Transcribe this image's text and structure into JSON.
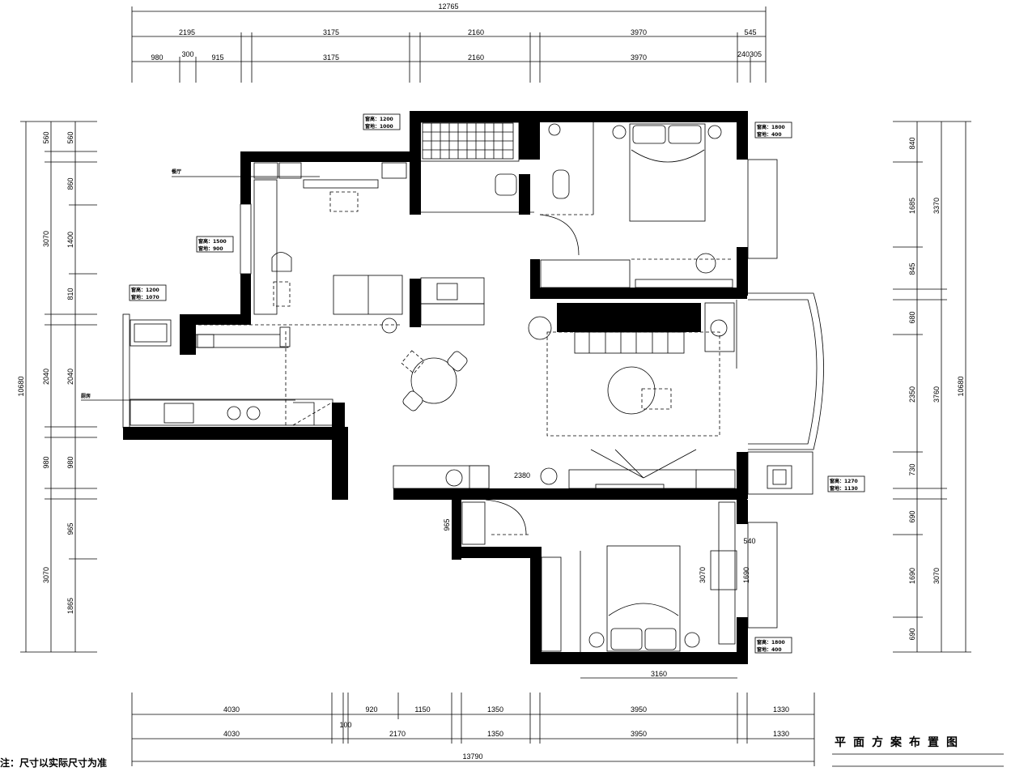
{
  "dimensions": {
    "top_total": "12765",
    "top_row1": [
      "2195",
      "3175",
      "2160",
      "3970",
      "545"
    ],
    "top_row2": [
      "980",
      "300",
      "915",
      "3175",
      "2160",
      "3970",
      "240305"
    ],
    "bottom_row1": [
      "4030",
      "920",
      "1150",
      "1350",
      "3950",
      "1330"
    ],
    "bottom_row2": [
      "4030",
      "100",
      "2170",
      "1350",
      "3950",
      "1330"
    ],
    "bottom_total": "13790",
    "left_outer_total": "10680",
    "left_segments": [
      "560",
      "3070",
      "2040",
      "980",
      "3070"
    ],
    "left_inner": [
      "560",
      "860",
      "1400",
      "810",
      "2040",
      "980",
      "965",
      "1865"
    ],
    "right_inner": [
      "840",
      "1685",
      "845",
      "680",
      "2350",
      "730",
      "690",
      "1690",
      "690"
    ],
    "right_segments": [
      "3370",
      "3760",
      "3070"
    ],
    "right_outer_total": "10680",
    "interior": [
      "2380",
      "965",
      "540",
      "1690",
      "3070",
      "3160"
    ]
  },
  "labels": {
    "room_label_1": "餐厅",
    "room_label_2": "厨房"
  },
  "window_tags": [
    {
      "line1": "窗高：1200",
      "line2": "窗地：1000"
    },
    {
      "line1": "窗高：1500",
      "line2": "窗地：900"
    },
    {
      "line1": "窗高：1200",
      "line2": "窗地：1070"
    },
    {
      "line1": "窗高：1800",
      "line2": "窗地：400"
    },
    {
      "line1": "窗高：1270",
      "line2": "窗地：1130"
    },
    {
      "line1": "窗高：1800",
      "line2": "窗地：400"
    }
  ],
  "note": "注：尺寸以实际尺寸为准",
  "title": "平面方案布置图"
}
